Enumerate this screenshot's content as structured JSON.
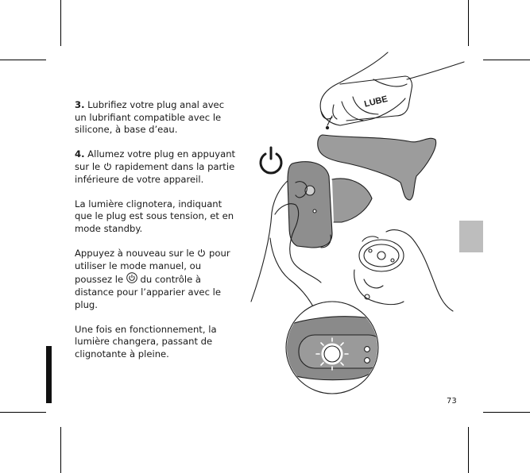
{
  "steps": {
    "step3": {
      "num": "3.",
      "text": " Lubrifiez votre plug anal avec un lubrifiant compatible avec le silicone, à base d’eau."
    },
    "step4": {
      "num": "4.",
      "part1": " Allumez votre plug en appuyant sur le ",
      "part2": " rapidement dans la partie inférieure de votre appareil."
    },
    "para_light": "La lumière clignotera, indiquant que le plug est sous tension, et en mode standby.",
    "para_press": {
      "part1": "Appuyez à nouveau sur le ",
      "part2": " pour utiliser le mode manuel, ou poussez le ",
      "part3": " du contrôle à distance pour l’apparier avec le plug."
    },
    "para_final": "Une fois en fonctionnement, la lumière changera, passant de clignotante à pleine."
  },
  "illustration": {
    "bottle_label": "LUBE"
  },
  "page_number": "73"
}
